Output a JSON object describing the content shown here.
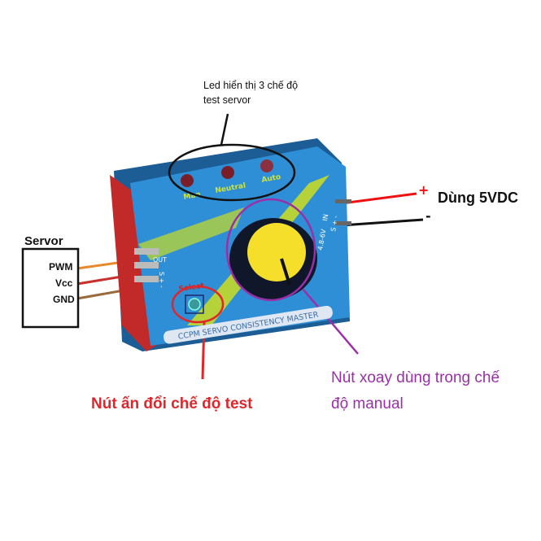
{
  "annotations": {
    "led_note_line1": "Led hiển thị 3 chế độ",
    "led_note_line2": "test servor",
    "power": "Dùng 5VDC",
    "plus": "+",
    "minus": "-",
    "servo_title": "Servor",
    "pins": [
      "PWM",
      "Vcc",
      "GND"
    ],
    "button_note": "Nút ấn đổi chế độ test",
    "knob_note_line1": "Nút xoay dùng trong chế",
    "knob_note_line2": "độ manual"
  },
  "device": {
    "leds": [
      "Man",
      "Neutral",
      "Auto"
    ],
    "out_label": "OUT",
    "out_pins": "S + -",
    "in_label": "IN",
    "in_pins": "S + -",
    "voltage": "4.8-6V",
    "select_label": "Select",
    "brand": "CCPM SERVO CONSISTENCY MASTER"
  },
  "colors": {
    "device_blue": "#2f8fd6",
    "accent_green": "#b5d23a",
    "knob_yellow": "#f5df2a",
    "red_note": "#e0262b",
    "purple_note": "#9b2fa8"
  }
}
